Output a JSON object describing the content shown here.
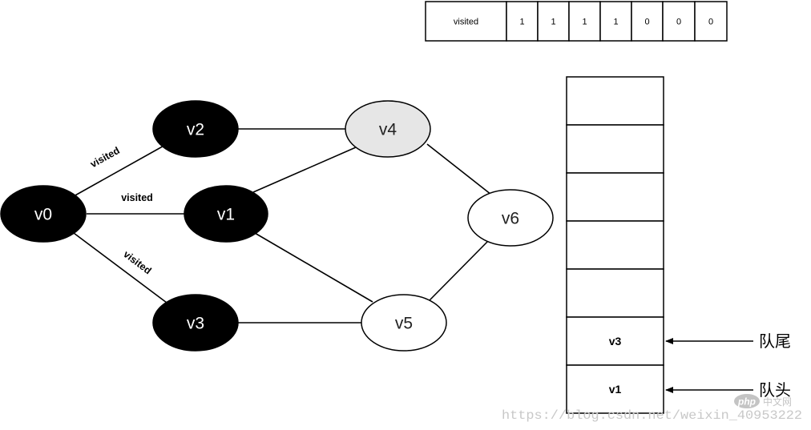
{
  "visited_array": {
    "label": "visited",
    "values": [
      "1",
      "1",
      "1",
      "1",
      "0",
      "0",
      "0"
    ]
  },
  "graph": {
    "nodes": [
      {
        "id": "v0",
        "label": "v0",
        "state": "visited"
      },
      {
        "id": "v1",
        "label": "v1",
        "state": "visited"
      },
      {
        "id": "v2",
        "label": "v2",
        "state": "visited"
      },
      {
        "id": "v3",
        "label": "v3",
        "state": "visited"
      },
      {
        "id": "v4",
        "label": "v4",
        "state": "current"
      },
      {
        "id": "v5",
        "label": "v5",
        "state": "unvisited"
      },
      {
        "id": "v6",
        "label": "v6",
        "state": "unvisited"
      }
    ],
    "edges": [
      {
        "from": "v0",
        "to": "v2",
        "label": "visited"
      },
      {
        "from": "v0",
        "to": "v1",
        "label": "visited"
      },
      {
        "from": "v0",
        "to": "v3",
        "label": "visited"
      },
      {
        "from": "v2",
        "to": "v4",
        "label": ""
      },
      {
        "from": "v1",
        "to": "v4",
        "label": ""
      },
      {
        "from": "v1",
        "to": "v5",
        "label": ""
      },
      {
        "from": "v3",
        "to": "v5",
        "label": ""
      },
      {
        "from": "v4",
        "to": "v6",
        "label": ""
      },
      {
        "from": "v5",
        "to": "v6",
        "label": ""
      }
    ]
  },
  "queue": {
    "cells": [
      "",
      "",
      "",
      "",
      "",
      "v3",
      "v1"
    ],
    "tail_label": "队尾",
    "head_label": "队头"
  },
  "colors": {
    "visited_fill": "#000000",
    "current_fill": "#e6e6e6",
    "unvisited_fill": "#ffffff"
  },
  "watermark": {
    "logo_text": "php",
    "logo_caption": "中文网",
    "url_text": "https://blog.csdn.net/weixin_40953222"
  }
}
